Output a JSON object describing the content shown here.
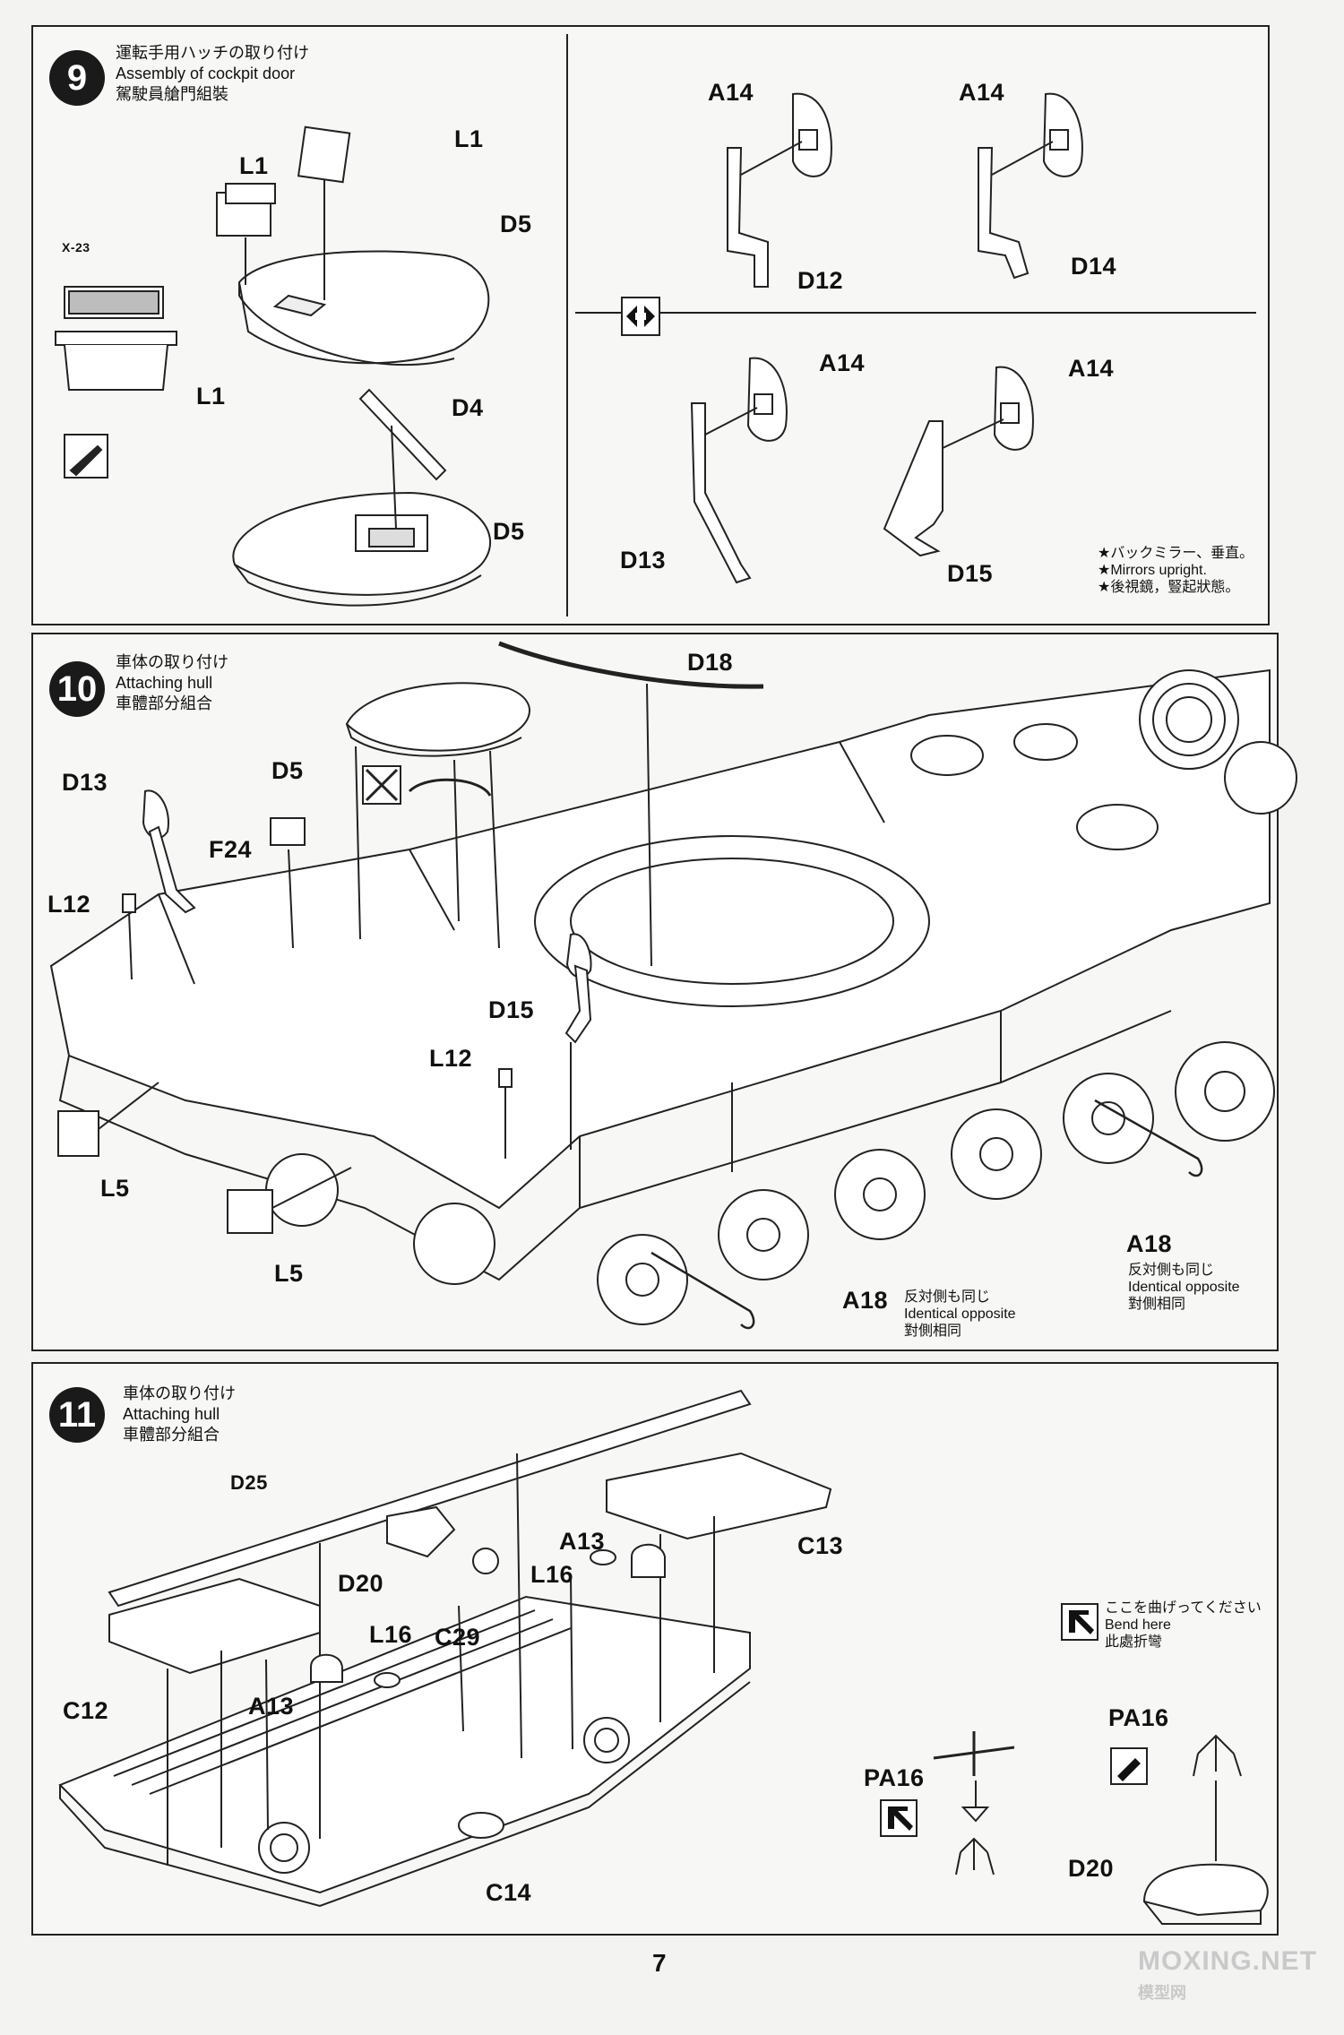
{
  "step9": {
    "number": "9",
    "title_jp": "運転手用ハッチの取り付け",
    "title_en": "Assembly of cockpit door",
    "title_cn": "駕駛員艙門組裝",
    "labels": {
      "l1_a": "L1",
      "l1_b": "L1",
      "l1_c": "L1",
      "d5_a": "D5",
      "d5_b": "D5",
      "d4": "D4",
      "x23": "X-23",
      "a14_a": "A14",
      "a14_b": "A14",
      "a14_c": "A14",
      "a14_d": "A14",
      "d12": "D12",
      "d14": "D14",
      "d13": "D13",
      "d15": "D15"
    },
    "mirror_note": [
      "★バックミラー、垂直。",
      "★Mirrors upright.",
      "★後視鏡，豎起狀態。"
    ]
  },
  "step10": {
    "number": "10",
    "title_jp": "車体の取り付け",
    "title_en": "Attaching hull",
    "title_cn": "車體部分組合",
    "labels": {
      "d18": "D18",
      "d5": "D5",
      "d13": "D13",
      "f24": "F24",
      "l12_a": "L12",
      "l12_b": "L12",
      "d15": "D15",
      "l5_a": "L5",
      "l5_b": "L5",
      "a18_a": "A18",
      "a18_b": "A18"
    },
    "opposite_note_a": [
      "反対側も同じ",
      "Identical opposite",
      "對側相同"
    ],
    "opposite_note_b": [
      "反対側も同じ",
      "Identical opposite",
      "對側相同"
    ]
  },
  "step11": {
    "number": "11",
    "title_jp": "車体の取り付け",
    "title_en": "Attaching hull",
    "title_cn": "車體部分組合",
    "labels": {
      "d25": "D25",
      "d20_a": "D20",
      "d20_b": "D20",
      "a13_a": "A13",
      "a13_b": "A13",
      "l16_a": "L16",
      "l16_b": "L16",
      "c29": "C29",
      "c13": "C13",
      "c12": "C12",
      "c14": "C14",
      "pa16_a": "PA16",
      "pa16_b": "PA16"
    },
    "bend_note": [
      "ここを曲げってください",
      "Bend here",
      "此處折彎"
    ]
  },
  "footer": {
    "page_number": "7",
    "watermark": "MOXING.NET",
    "watermark_cn": "模型网"
  }
}
